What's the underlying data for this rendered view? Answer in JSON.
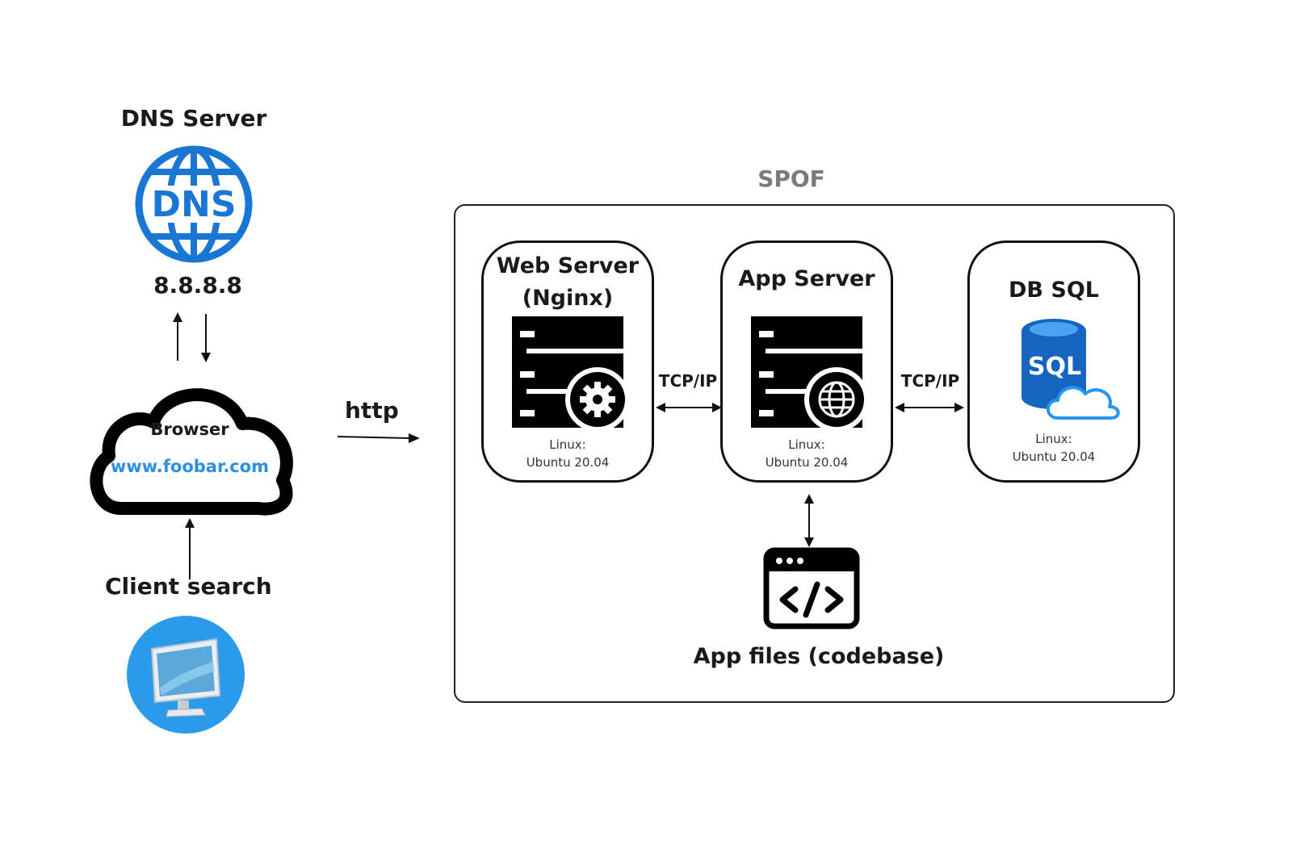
{
  "dns": {
    "title": "DNS Server",
    "icon_text": "DNS",
    "ip": "8.8.8.8",
    "icon": "globe-dns-icon",
    "color": "#1976D2"
  },
  "browser": {
    "title": "Browser",
    "url": "www.foobar.com",
    "icon": "cloud-icon",
    "url_color": "#2E8FE0"
  },
  "client": {
    "title": "Client search",
    "icon": "monitor-icon",
    "circle_color": "#2A9BEA"
  },
  "protocol": {
    "http": "http",
    "tcp_left": "TCP/IP",
    "tcp_right": "TCP/IP"
  },
  "spof": {
    "title": "SPOF",
    "title_color": "#7a7a7a"
  },
  "web_server": {
    "title_line1": "Web Server",
    "title_line2": "(Nginx)",
    "os_line1": "Linux:",
    "os_line2": "Ubuntu 20.04",
    "icon": "server-gear-icon"
  },
  "app_server": {
    "title": "App Server",
    "os_line1": "Linux:",
    "os_line2": "Ubuntu 20.04",
    "icon": "server-globe-icon"
  },
  "db": {
    "title": "DB SQL",
    "icon_text": "SQL",
    "os_line1": "Linux:",
    "os_line2": "Ubuntu 20.04",
    "icon": "sql-database-icon",
    "color": "#1565C0"
  },
  "app_files": {
    "title": "App files (codebase)",
    "icon": "code-window-icon"
  }
}
